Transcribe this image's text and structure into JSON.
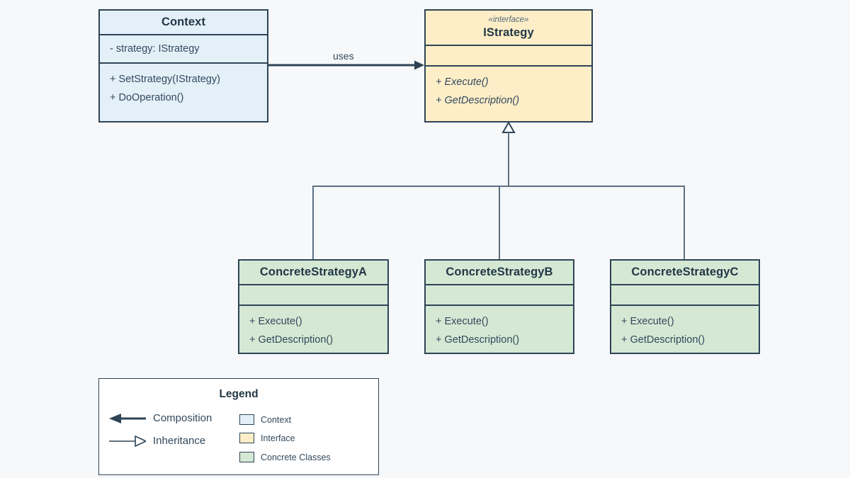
{
  "canvas": {
    "background": "#f7f8fa",
    "line_color": "#2e4456",
    "connector_color": "#5b7184",
    "text_color": "#33495c"
  },
  "classes": {
    "context": {
      "name": "Context",
      "stereotype": "",
      "fill": "#e3f0f8",
      "attributes": [
        "- strategy: IStrategy"
      ],
      "operations": [
        "+ SetStrategy(IStrategy)",
        "+ DoOperation()"
      ]
    },
    "istrategy": {
      "name": "IStrategy",
      "stereotype": "«interface»",
      "fill": "#fdeec8",
      "attributes": [],
      "operations": [
        "+ Execute()",
        "+ GetDescription()"
      ]
    },
    "concrete_a": {
      "name": "ConcreteStrategyA",
      "stereotype": "",
      "fill": "#d5e8d4",
      "attributes": [],
      "operations": [
        "+ Execute()",
        "+ GetDescription()"
      ]
    },
    "concrete_b": {
      "name": "ConcreteStrategyB",
      "stereotype": "",
      "fill": "#d5e8d4",
      "attributes": [],
      "operations": [
        "+ Execute()",
        "+ GetDescription()"
      ]
    },
    "concrete_c": {
      "name": "ConcreteStrategyC",
      "stereotype": "",
      "fill": "#d5e8d4",
      "attributes": [],
      "operations": [
        "+ Execute()",
        "+ GetDescription()"
      ]
    }
  },
  "edges": {
    "uses_label": "uses"
  },
  "legend": {
    "title": "Legend",
    "arrows": [
      {
        "label": "Composition",
        "style": "filled-arrowhead-left"
      },
      {
        "label": "Inheritance",
        "style": "hollow-triangle-right"
      }
    ],
    "swatches": [
      {
        "label": "Context",
        "color": "#e3f0f8"
      },
      {
        "label": "Interface",
        "color": "#fdeec8"
      },
      {
        "label": "Concrete Classes",
        "color": "#d5e8d4"
      }
    ]
  }
}
